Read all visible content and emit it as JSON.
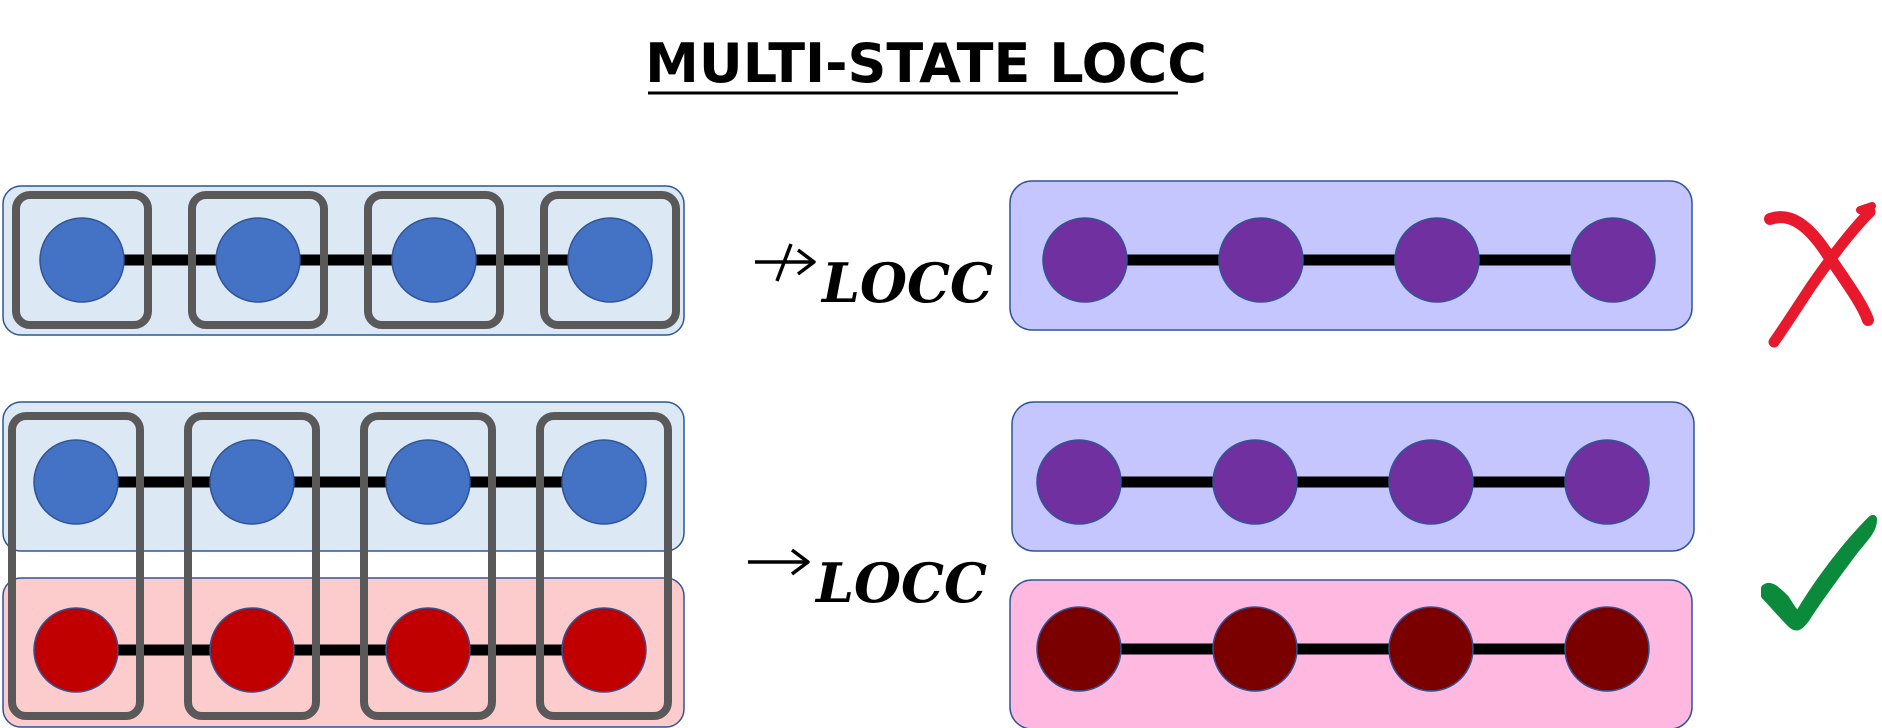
{
  "title": "MULTI-STATE LOCC",
  "rows": [
    {
      "relation": "not-transformable",
      "arrow_symbol": "↛",
      "subscript": "LOCC",
      "verdict": "cross-mark",
      "verdict_color": "#e8192c"
    },
    {
      "relation": "transformable",
      "arrow_symbol": "→",
      "subscript": "LOCC",
      "verdict": "check-mark",
      "verdict_color": "#0a8a3a"
    }
  ],
  "nodes_per_chain": 4,
  "colors": {
    "blue_node": "#4472c4",
    "red_node": "#c00000",
    "purple_node": "#7030a0",
    "dark_red_node": "#7a0000",
    "blue_panel": "#dde8f5",
    "red_panel": "#fccccc",
    "lavender_panel": "#c6c6ff",
    "pink_panel": "#ffb8e0",
    "group_box": "#595959",
    "bond": "#000000"
  }
}
